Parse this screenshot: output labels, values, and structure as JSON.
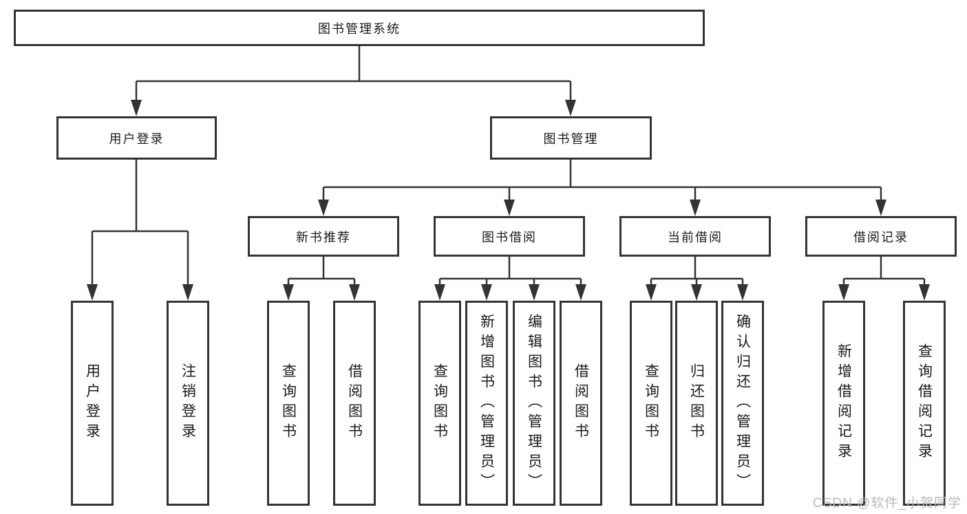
{
  "diagram": {
    "type": "hierarchy",
    "description_levels": 3
  },
  "tree": {
    "label": "图书管理系统",
    "children": [
      {
        "label": "用户登录",
        "children": [
          {
            "label": "用户登录"
          },
          {
            "label": "注销登录"
          }
        ]
      },
      {
        "label": "图书管理",
        "children": [
          {
            "label": "新书推荐",
            "children": [
              {
                "label": "查询图书"
              },
              {
                "label": "借阅图书"
              }
            ]
          },
          {
            "label": "图书借阅",
            "children": [
              {
                "label": "查询图书"
              },
              {
                "label": "新增图书（管理员）"
              },
              {
                "label": "编辑图书（管理员）"
              },
              {
                "label": "借阅图书"
              }
            ]
          },
          {
            "label": "当前借阅",
            "children": [
              {
                "label": "查询图书"
              },
              {
                "label": "归还图书"
              },
              {
                "label": "确认归还（管理员）"
              }
            ]
          },
          {
            "label": "借阅记录",
            "children": [
              {
                "label": "新增借阅记录"
              },
              {
                "label": "查询借阅记录"
              }
            ]
          }
        ]
      }
    ]
  },
  "watermark": {
    "text": "CSDN @软件_小贺同学"
  },
  "colors": {
    "line": "#333333",
    "text": "#1a1a1a",
    "background": "#ffffff",
    "watermark": "#b8b8b8"
  }
}
